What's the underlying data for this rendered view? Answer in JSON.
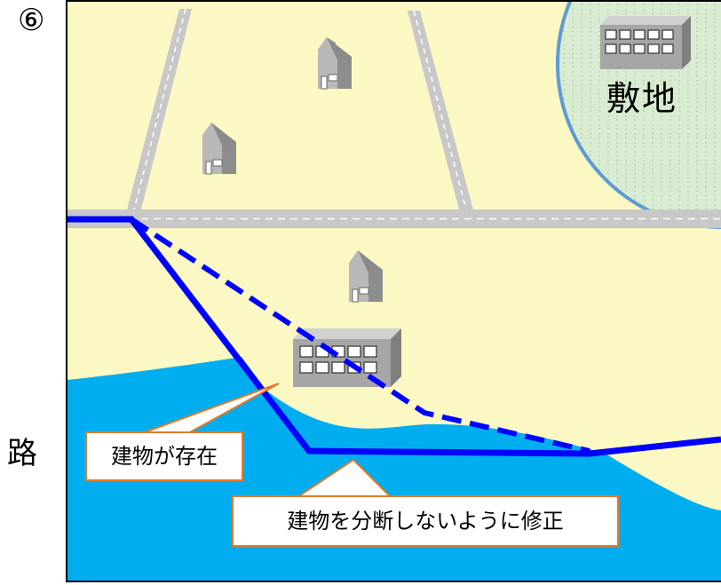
{
  "figure_number": "⑥",
  "side_text": "路",
  "site_label": "敷地",
  "callout_existing_building": "建物が存在",
  "callout_fix": "建物を分断しないように修正",
  "colors": {
    "land": "#fcf8c3",
    "water": "#00aeef",
    "site_fill": "#d9ecd2",
    "site_border": "#5b9bd5",
    "road": "#c8c8c8",
    "route_line": "#0000ff",
    "callout_border": "#e07b2a",
    "building": "#a6a6a6"
  },
  "icons": [
    "house-icon",
    "office-building-icon"
  ]
}
